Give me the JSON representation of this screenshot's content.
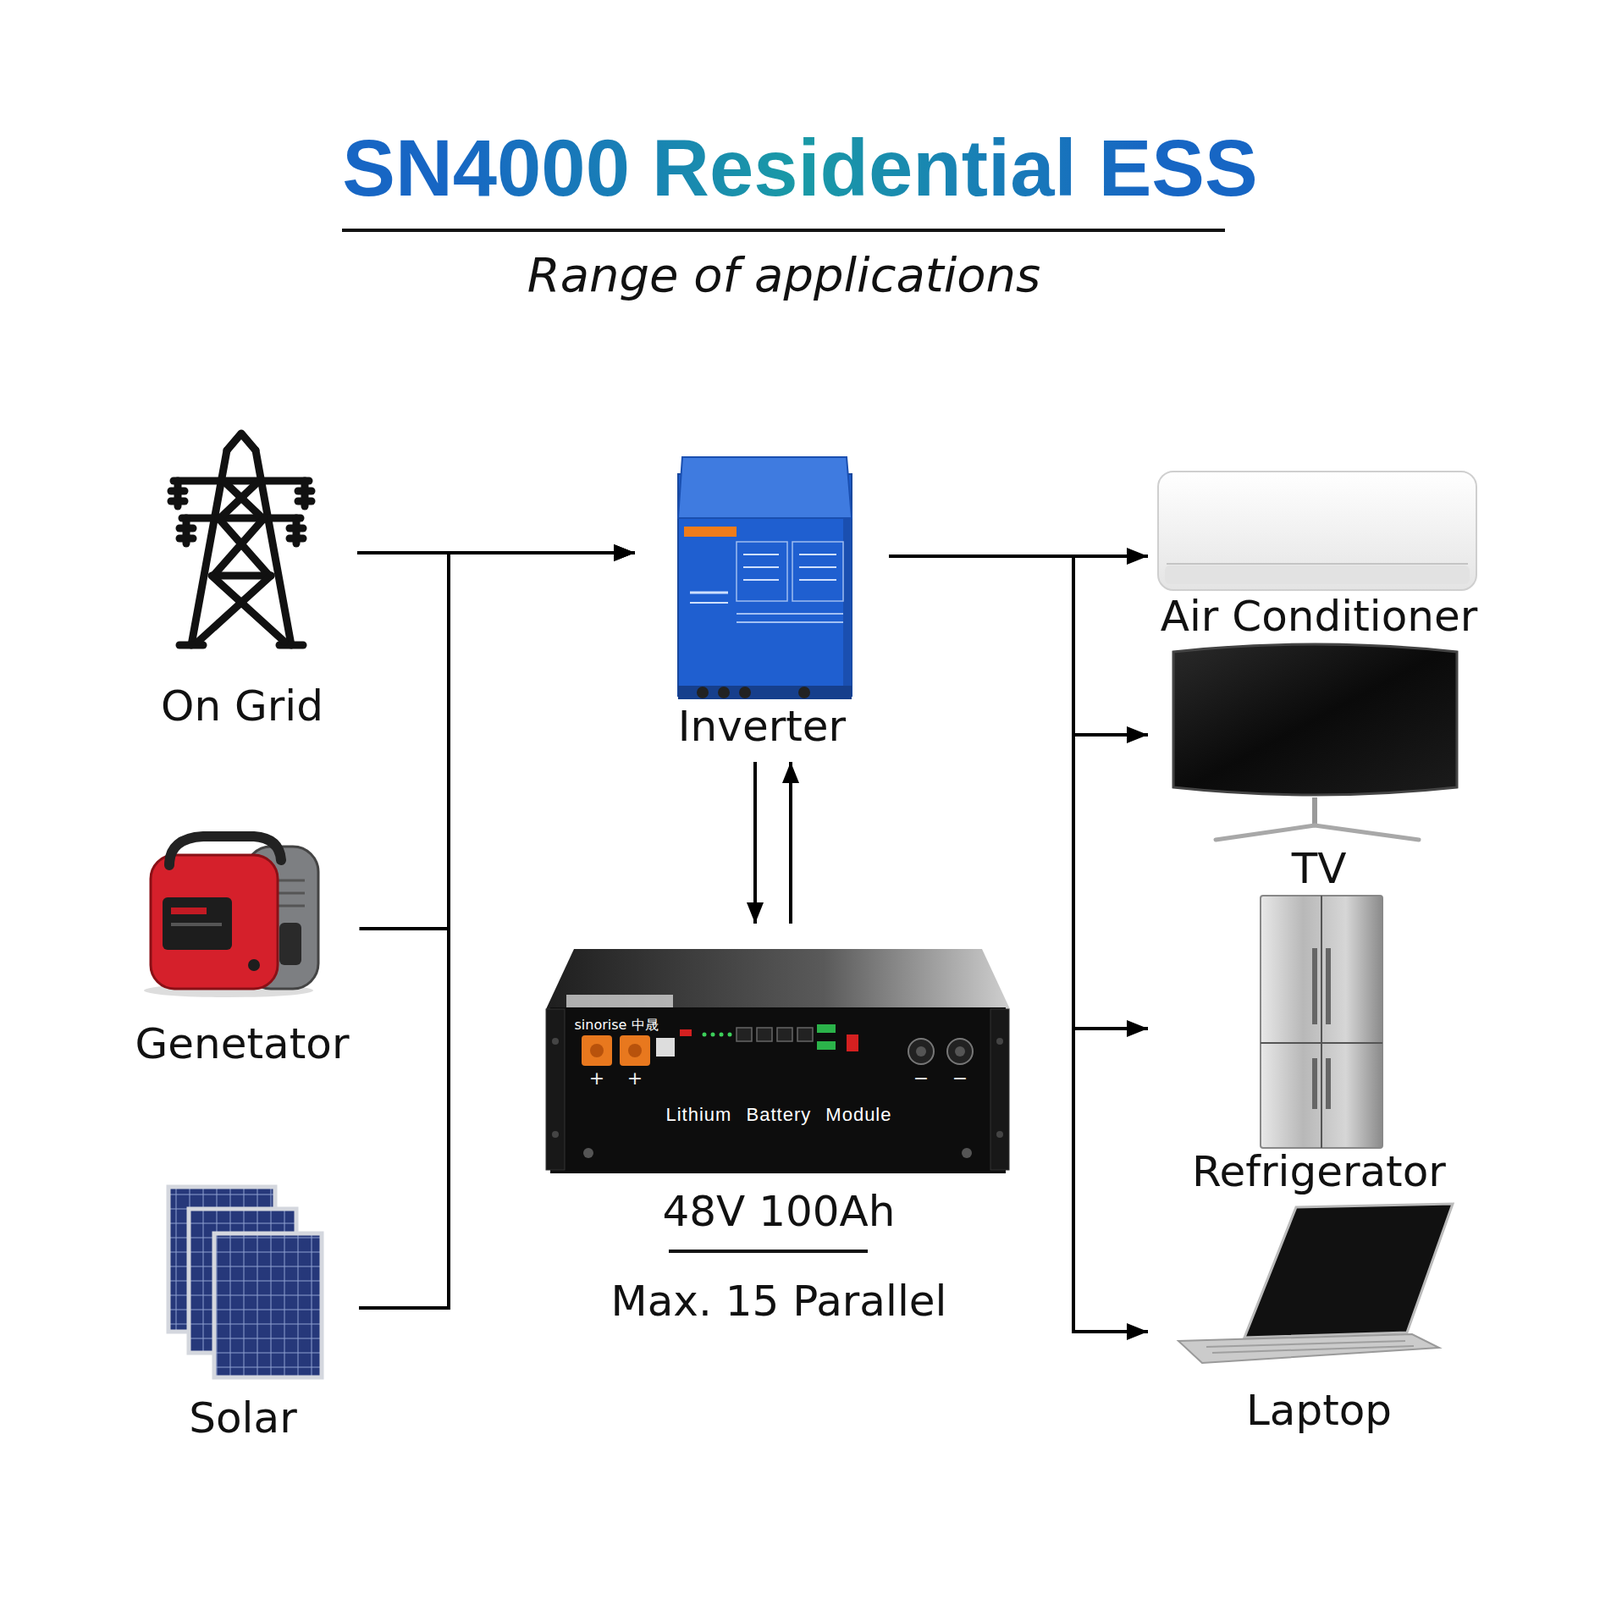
{
  "diagram": {
    "title": "SN4000 Residential ESS",
    "nodes": [
      {
        "text": [
          "On Grid"
        ]
      },
      {
        "text": [
          "Genetator"
        ]
      },
      {
        "text": [
          "Solar"
        ]
      },
      {
        "text": [
          "Inverter"
        ]
      },
      {
        "text": [
          "Lithium Battery Module",
          "48V 100Ah",
          "Max. 15 Parallel"
        ]
      },
      {
        "text": [
          "Air Conditioner"
        ]
      },
      {
        "text": [
          "TV"
        ]
      },
      {
        "text": [
          "Refrigerator"
        ]
      },
      {
        "text": [
          "Laptop"
        ]
      }
    ],
    "edges": [
      {
        "from": 0,
        "to": 3,
        "arrow": "to"
      },
      {
        "from": 1,
        "to": 3,
        "arrow": "to"
      },
      {
        "from": 2,
        "to": 3,
        "arrow": "to"
      },
      {
        "from": 3,
        "to": 4,
        "arrow": "to"
      },
      {
        "from": 4,
        "to": 3,
        "arrow": "to"
      },
      {
        "from": 3,
        "to": 5,
        "arrow": "to"
      },
      {
        "from": 3,
        "to": 6,
        "arrow": "to"
      },
      {
        "from": 3,
        "to": 7,
        "arrow": "to"
      },
      {
        "from": 3,
        "to": 8,
        "arrow": "to"
      }
    ],
    "labels": [
      "Range of applications",
      "sinorise 中晟",
      "+",
      "+",
      "−",
      "−"
    ]
  }
}
